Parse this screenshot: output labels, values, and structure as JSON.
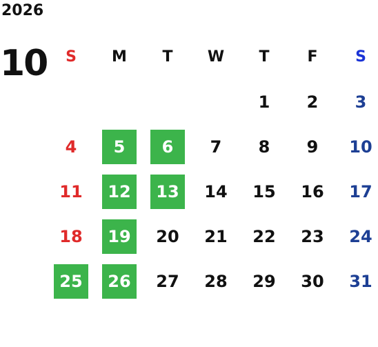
{
  "year": "2026",
  "month": "10",
  "colors": {
    "sunday": "#e02a2a",
    "saturday": "#1d3f94",
    "highlight": "#3cb44b"
  },
  "weekdays": [
    "S",
    "M",
    "T",
    "W",
    "T",
    "F",
    "S"
  ],
  "weeks": [
    [
      "",
      "",
      "",
      "",
      "1",
      "2",
      "3"
    ],
    [
      "4",
      "5",
      "6",
      "7",
      "8",
      "9",
      "10"
    ],
    [
      "11",
      "12",
      "13",
      "14",
      "15",
      "16",
      "17"
    ],
    [
      "18",
      "19",
      "20",
      "21",
      "22",
      "23",
      "24"
    ],
    [
      "25",
      "26",
      "27",
      "28",
      "29",
      "30",
      "31"
    ]
  ],
  "highlighted_days": [
    "5",
    "6",
    "12",
    "13",
    "19",
    "25",
    "26"
  ]
}
